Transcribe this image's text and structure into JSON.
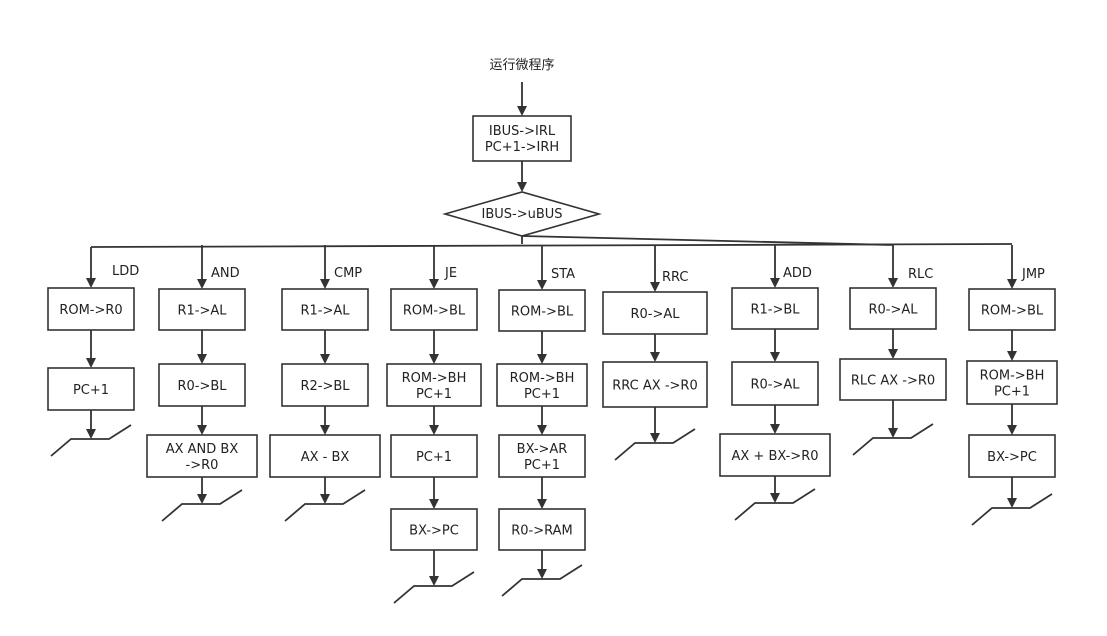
{
  "start_label": "运行微程序",
  "fetch_box": [
    "IBUS->IRL",
    "PC+1->IRH"
  ],
  "decision": "IBUS->uBUS",
  "branches": [
    {
      "label": "LDD",
      "steps": [
        [
          "ROM->R0"
        ],
        [
          "PC+1"
        ]
      ]
    },
    {
      "label": "AND",
      "steps": [
        [
          "R1->AL"
        ],
        [
          "R0->BL"
        ],
        [
          "AX AND BX",
          "->R0"
        ]
      ]
    },
    {
      "label": "CMP",
      "steps": [
        [
          "R1->AL"
        ],
        [
          "R2->BL"
        ],
        [
          "AX - BX"
        ]
      ]
    },
    {
      "label": "JE",
      "steps": [
        [
          "ROM->BL"
        ],
        [
          "ROM->BH",
          "PC+1"
        ],
        [
          "PC+1"
        ],
        [
          "BX->PC"
        ]
      ]
    },
    {
      "label": "STA",
      "steps": [
        [
          "ROM->BL"
        ],
        [
          "ROM->BH",
          "PC+1"
        ],
        [
          "BX->AR",
          "PC+1"
        ],
        [
          "R0->RAM"
        ]
      ]
    },
    {
      "label": "RRC",
      "steps": [
        [
          "R0->AL"
        ],
        [
          "RRC AX ->R0"
        ]
      ]
    },
    {
      "label": "ADD",
      "steps": [
        [
          "R1->BL"
        ],
        [
          "R0->AL"
        ],
        [
          "AX + BX->R0"
        ]
      ]
    },
    {
      "label": "RLC",
      "steps": [
        [
          "R0->AL"
        ],
        [
          "RLC AX ->R0"
        ]
      ]
    },
    {
      "label": "JMP",
      "steps": [
        [
          "ROM->BL"
        ],
        [
          "ROM->BH",
          "PC+1"
        ],
        [
          "BX->PC"
        ]
      ]
    }
  ]
}
